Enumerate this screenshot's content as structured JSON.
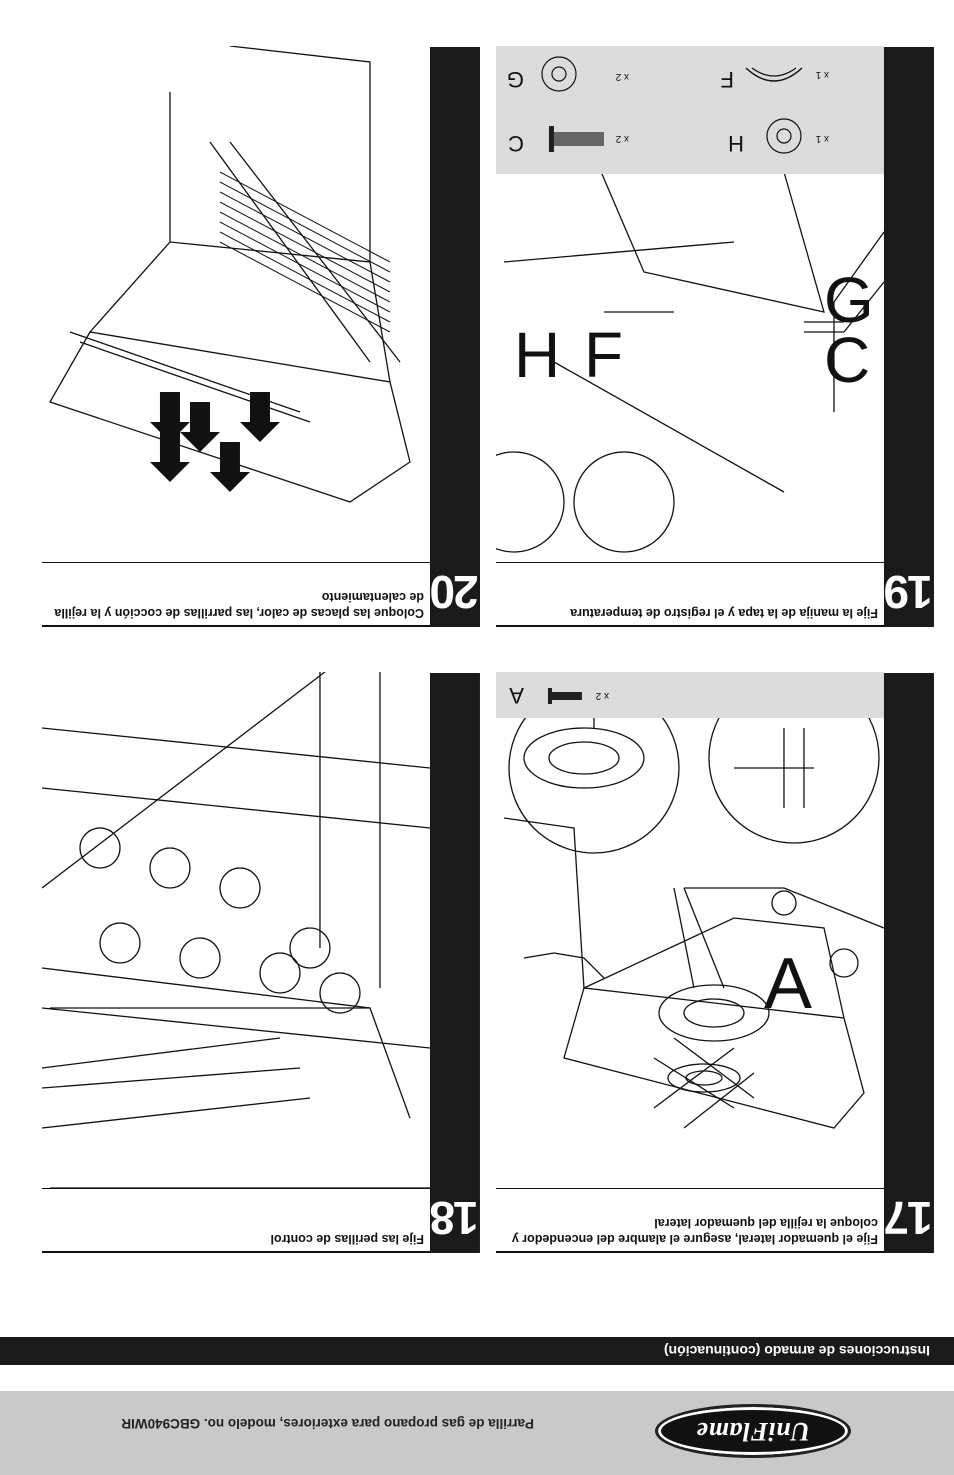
{
  "footer": {
    "logo_text": "UniFlame",
    "product_text": "Parrilla de gas propano para exteriores, modelo no. GBC940WIR"
  },
  "header": {
    "title": "Instrucciones de armado (continuación)"
  },
  "steps": [
    {
      "number": "17",
      "caption": "Fije el quemador lateral, asegure el alambre del encendedor y coloque la rejilla del quemador lateral",
      "callouts": [
        "A"
      ],
      "parts": [
        {
          "letter": "A",
          "qty": "x 2"
        }
      ]
    },
    {
      "number": "18",
      "caption": "Fije las perillas de control",
      "callouts": [],
      "parts": []
    },
    {
      "number": "19",
      "caption": "Fije la manija de la tapa y el registro de temperatura",
      "callouts": [
        "C",
        "G",
        "H",
        "F"
      ],
      "parts": [
        {
          "letter": "C",
          "qty": "x 2"
        },
        {
          "letter": "H",
          "qty": "x 1"
        },
        {
          "letter": "G",
          "qty": "x 2"
        },
        {
          "letter": "F",
          "qty": "x 1"
        }
      ]
    },
    {
      "number": "20",
      "caption": "Coloque las placas de calor, las parrillas de cocción y la rejilla de calentamiento",
      "callouts": [],
      "parts": []
    }
  ]
}
